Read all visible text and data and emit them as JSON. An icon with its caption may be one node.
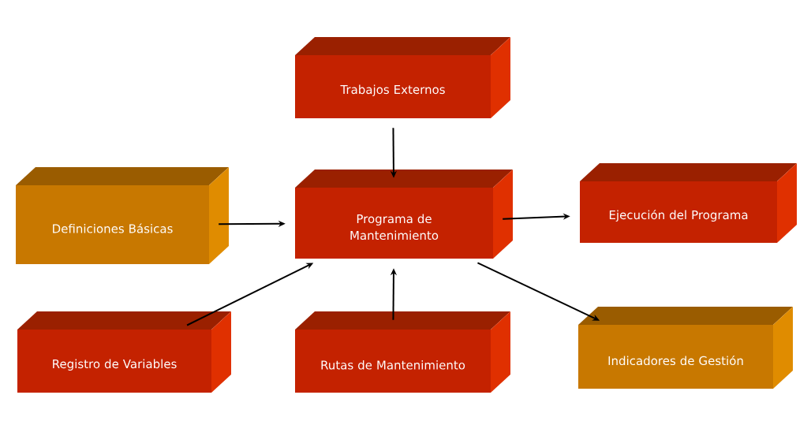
{
  "diagram": {
    "nodes": [
      {
        "text": [
          "Trabajos Externos"
        ]
      },
      {
        "text": [
          "Definiciones Básicas"
        ]
      },
      {
        "text": [
          "Programa de Mantenimiento"
        ]
      },
      {
        "text": [
          "Ejecución del Programa"
        ]
      },
      {
        "text": [
          "Registro de Variables"
        ]
      },
      {
        "text": [
          "Rutas de Mantenimiento"
        ]
      },
      {
        "text": [
          "Indicadores de Gestión"
        ]
      }
    ],
    "edges": [
      {
        "from": 0,
        "to": 2,
        "arrow": "to"
      },
      {
        "from": 1,
        "to": 2,
        "arrow": "to"
      },
      {
        "from": 2,
        "to": 3,
        "arrow": "to"
      },
      {
        "from": 4,
        "to": 2,
        "arrow": "to"
      },
      {
        "from": 5,
        "to": 2,
        "arrow": "to"
      },
      {
        "from": 2,
        "to": 6,
        "arrow": "to"
      }
    ]
  }
}
